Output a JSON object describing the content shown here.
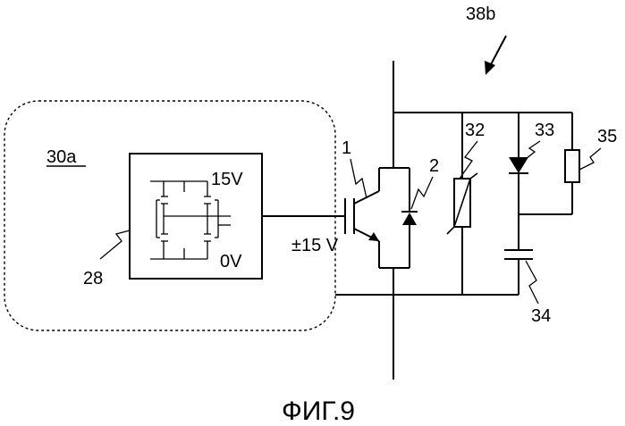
{
  "figure": {
    "caption": "ФИГ.9",
    "labels": {
      "assembly": "38b",
      "module": "30a",
      "driver": "28",
      "transistor": "1",
      "diode": "2",
      "varistor": "32",
      "led_diode": "33",
      "capacitor": "34",
      "resistor": "35",
      "supply_high": "15V",
      "supply_low": "0V",
      "gate_voltage": "±15 V"
    }
  }
}
